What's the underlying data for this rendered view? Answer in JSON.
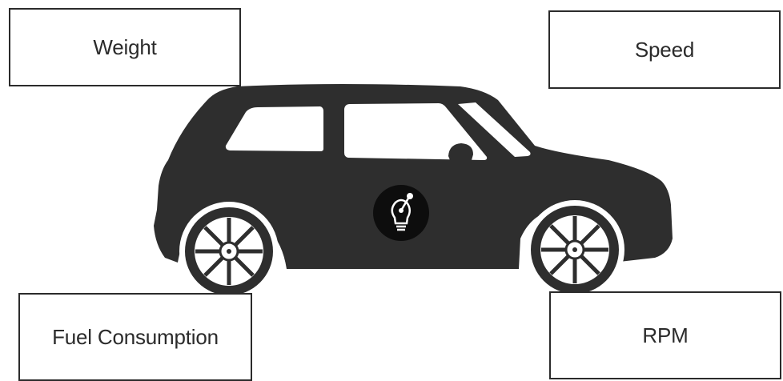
{
  "labels": {
    "weight": "Weight",
    "speed": "Speed",
    "fuel_consumption": "Fuel Consumption",
    "rpm": "RPM"
  },
  "icons": {
    "car": "car-silhouette-icon",
    "badge": "lightbulb-gear-icon",
    "wheel": "wheel-icon"
  },
  "colors": {
    "car_body": "#2e2e2e",
    "window": "#ffffff",
    "box_border": "#2b2b2b",
    "text": "#2b2b2b"
  }
}
